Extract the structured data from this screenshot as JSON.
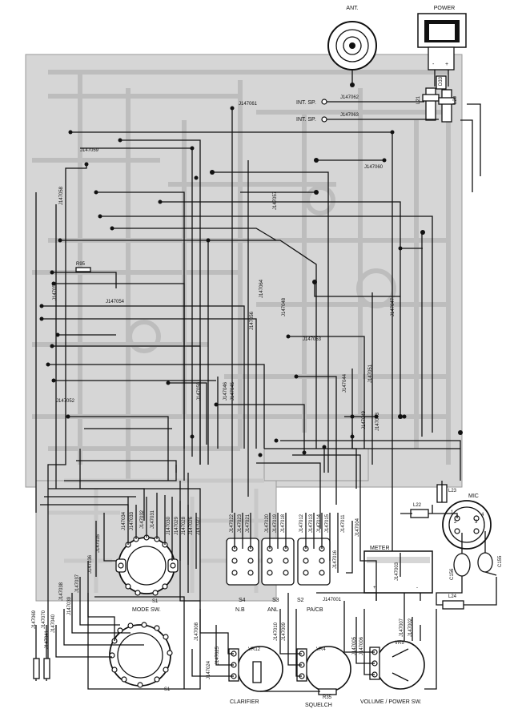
{
  "top": {
    "antenna": "ANT.",
    "power": "POWER",
    "plus": "+",
    "minus": "-"
  },
  "speakers": {
    "int_sp_1": "INT. SP.",
    "int_sp_2": "INT. SP.",
    "wire_1": "J147062",
    "wire_2": "J147063",
    "l21": "L21",
    "l20": "L20",
    "d33": "D33"
  },
  "wires": {
    "j147061": "J147061",
    "j147059": "J147059",
    "j147060": "J147060",
    "j147058": "J147058",
    "j147057": "J147057",
    "r95": "R95",
    "j147055": "J147055",
    "j147054": "J147054",
    "j147064": "J147064",
    "j147056": "J147056",
    "j147048": "J147048",
    "j147053": "J147053",
    "j147047": "J147047",
    "j147051": "J147051",
    "j147044": "J147044",
    "j147049": "J147049",
    "j147043": "J147043",
    "j147050": "J147050",
    "j147046": "J147046",
    "j147045": "J147045",
    "j147052": "J147052"
  },
  "mode_switch": {
    "label": "MODE SW.",
    "s1": "S1",
    "s1_lower": "S1",
    "wires_left": [
      "J147035",
      "J147036",
      "J147037",
      "J147038",
      "J147039",
      "J147040",
      "J147041"
    ],
    "wires_top": [
      "J147034",
      "J147033",
      "J147032",
      "J147031",
      "J147030",
      "J147029",
      "J147028",
      "J147026",
      "J147027"
    ],
    "outer": [
      "J147069",
      "J147070"
    ]
  },
  "switches": {
    "s4": "S4",
    "s4_name": "N.B",
    "s3": "S3",
    "s3_name": "ANL",
    "s2": "S2",
    "s2_name": "PA/CB",
    "s4_wires": [
      "J147022",
      "J147023",
      "J147021"
    ],
    "s3_wires": [
      "J147020",
      "J147019",
      "J147018"
    ],
    "s2_wires": [
      "J147012",
      "J147013",
      "J147014",
      "J147015",
      "J147016",
      "J147011"
    ]
  },
  "meter": {
    "label": "METER",
    "wire_1": "J147004",
    "wire_2": "J147003",
    "wire_3": "J147001",
    "plus": "+",
    "minus": "-"
  },
  "mic": {
    "label": "MIC",
    "l23": "L23",
    "l22": "L22",
    "l24": "L24",
    "c156": "C156",
    "c155": "C155",
    "pin1": "1",
    "pin2": "2",
    "pin3": "3",
    "pin4": "4"
  },
  "controls": {
    "clarifier": "CLARIFIER",
    "vr12": "VR12",
    "squelch": "SQUELCH",
    "vr4": "VR4",
    "r35": "R35",
    "volume": "VOLUME / POWER SW.",
    "vr5": "VR5",
    "wires": [
      "J147008",
      "J147024",
      "J147025",
      "J147010",
      "J147009",
      "J147007",
      "J147006",
      "J147005",
      "J147002"
    ]
  }
}
